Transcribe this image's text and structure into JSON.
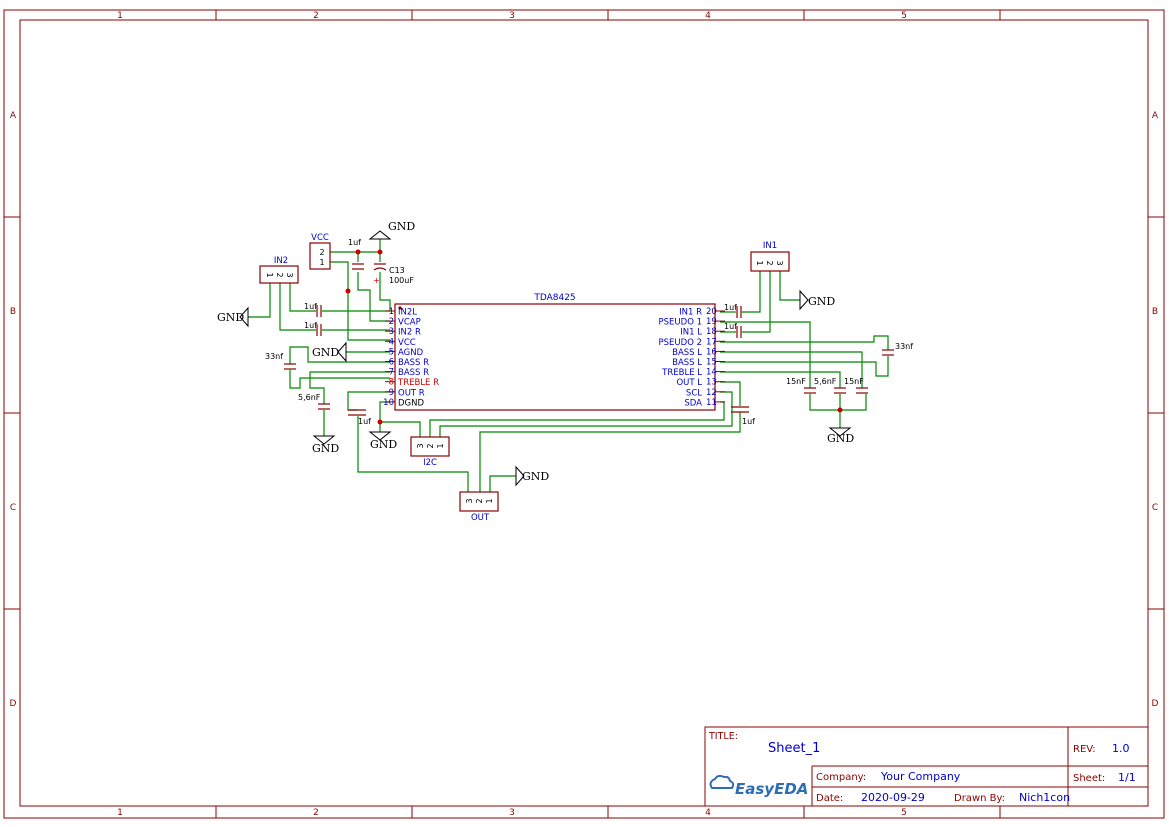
{
  "border": {
    "cols": [
      "1",
      "2",
      "3",
      "4",
      "5"
    ],
    "rows": [
      "A",
      "B",
      "C",
      "D"
    ]
  },
  "ic": {
    "name": "TDA8425",
    "left_pins": [
      {
        "num": "1",
        "name": "IN2L",
        "color": "blue"
      },
      {
        "num": "2",
        "name": "VCAP",
        "color": "blue"
      },
      {
        "num": "3",
        "name": "IN2 R",
        "color": "blue"
      },
      {
        "num": "4",
        "name": "VCC",
        "color": "blue"
      },
      {
        "num": "5",
        "name": "AGND",
        "color": "blue"
      },
      {
        "num": "6",
        "name": "BASS R",
        "color": "blue"
      },
      {
        "num": "7",
        "name": "BASS R",
        "color": "blue"
      },
      {
        "num": "8",
        "name": "TREBLE R",
        "color": "red"
      },
      {
        "num": "9",
        "name": "OUT R",
        "color": "blue"
      },
      {
        "num": "10",
        "name": "DGND",
        "color": "dark"
      }
    ],
    "right_pins": [
      {
        "num": "20",
        "name": "IN1 R"
      },
      {
        "num": "19",
        "name": "PSEUDO 1"
      },
      {
        "num": "18",
        "name": "IN1 L"
      },
      {
        "num": "17",
        "name": "PSEUDO 2"
      },
      {
        "num": "16",
        "name": "BASS L"
      },
      {
        "num": "15",
        "name": "BASS L"
      },
      {
        "num": "14",
        "name": "TREBLE L"
      },
      {
        "num": "13",
        "name": "OUT L"
      },
      {
        "num": "12",
        "name": "SCL"
      },
      {
        "num": "11",
        "name": "SDA"
      }
    ]
  },
  "connectors": {
    "in2": {
      "name": "IN2",
      "pins": [
        "1",
        "2",
        "3"
      ]
    },
    "in1": {
      "name": "IN1",
      "pins": [
        "1",
        "2",
        "3"
      ]
    },
    "vcc": {
      "name": "VCC",
      "pins": [
        "2",
        "1"
      ]
    },
    "i2c": {
      "name": "I2C",
      "pins": [
        "3",
        "2",
        "1"
      ]
    },
    "out": {
      "name": "OUT",
      "pins": [
        "3",
        "2",
        "1"
      ]
    }
  },
  "components": {
    "c_in2l": "1uf",
    "c_in2r": "1uf",
    "c_vcap": "1uf",
    "c13_name": "C13",
    "c13_value": "100uF",
    "c_33nf_left": "33nf",
    "c_56nf_left": "5,6nF",
    "c_outr": "1uf",
    "c_in1r": "1uf",
    "c_in1l": "1uf",
    "c_33nf_right": "33nf",
    "c_15nf_a": "15nF",
    "c_56nf_right": "5,6nF",
    "c_15nf_b": "15nF",
    "c_outl": "1uf",
    "plus_mark": "+"
  },
  "grounds": {
    "label": "GND"
  },
  "title_block": {
    "title_label": "TITLE:",
    "title_value": "Sheet_1",
    "rev_label": "REV:",
    "rev_value": "1.0",
    "company_label": "Company:",
    "company_value": "Your Company",
    "sheet_label": "Sheet:",
    "sheet_value": "1/1",
    "date_label": "Date:",
    "date_value": "2020-09-29",
    "drawn_label": "Drawn By:",
    "drawn_value": "Nich1con",
    "logo_text": "EasyEDA",
    "logo_color": "#2f6cb5"
  },
  "colors": {
    "frame": "#8b0000",
    "wire": "#008800",
    "pin_text": "#0000cc",
    "highlight": "#cc0000"
  }
}
